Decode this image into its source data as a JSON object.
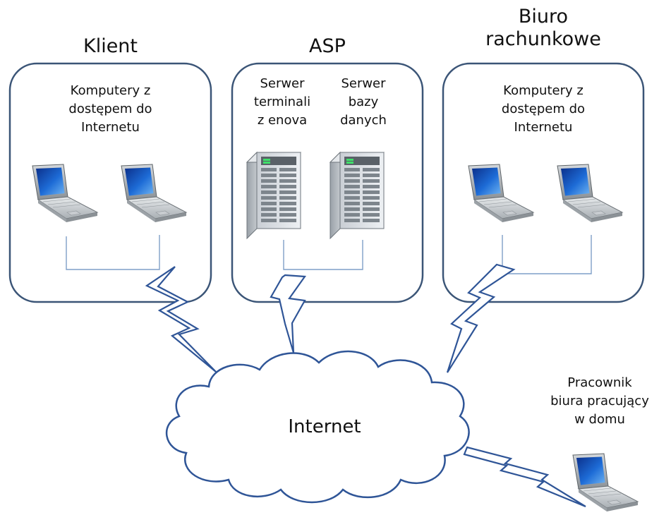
{
  "groups": {
    "klient": {
      "title": "Klient",
      "caption_lines": [
        "Komputery z",
        "dostępem do",
        "Internetu"
      ]
    },
    "asp": {
      "title": "ASP",
      "terminal_server_lines": [
        "Serwer",
        "terminali",
        "z enova"
      ],
      "db_server_lines": [
        "Serwer",
        "bazy",
        "danych"
      ]
    },
    "biuro": {
      "title_lines": [
        "Biuro",
        "rachunkowe"
      ],
      "caption_lines": [
        "Komputery z",
        "dostępem do",
        "Internetu"
      ]
    }
  },
  "cloud": {
    "label": "Internet"
  },
  "home_worker": {
    "lines": [
      "Pracownik",
      "biura pracujący",
      "w domu"
    ]
  },
  "colors": {
    "box_stroke": "#3b5577",
    "cloud_stroke": "#2f5597",
    "bolt_stroke": "#2f5597",
    "wire": "#7f9fc8"
  },
  "icons": [
    "laptop-icon",
    "server-icon",
    "cloud-icon",
    "lightning-link-icon"
  ]
}
